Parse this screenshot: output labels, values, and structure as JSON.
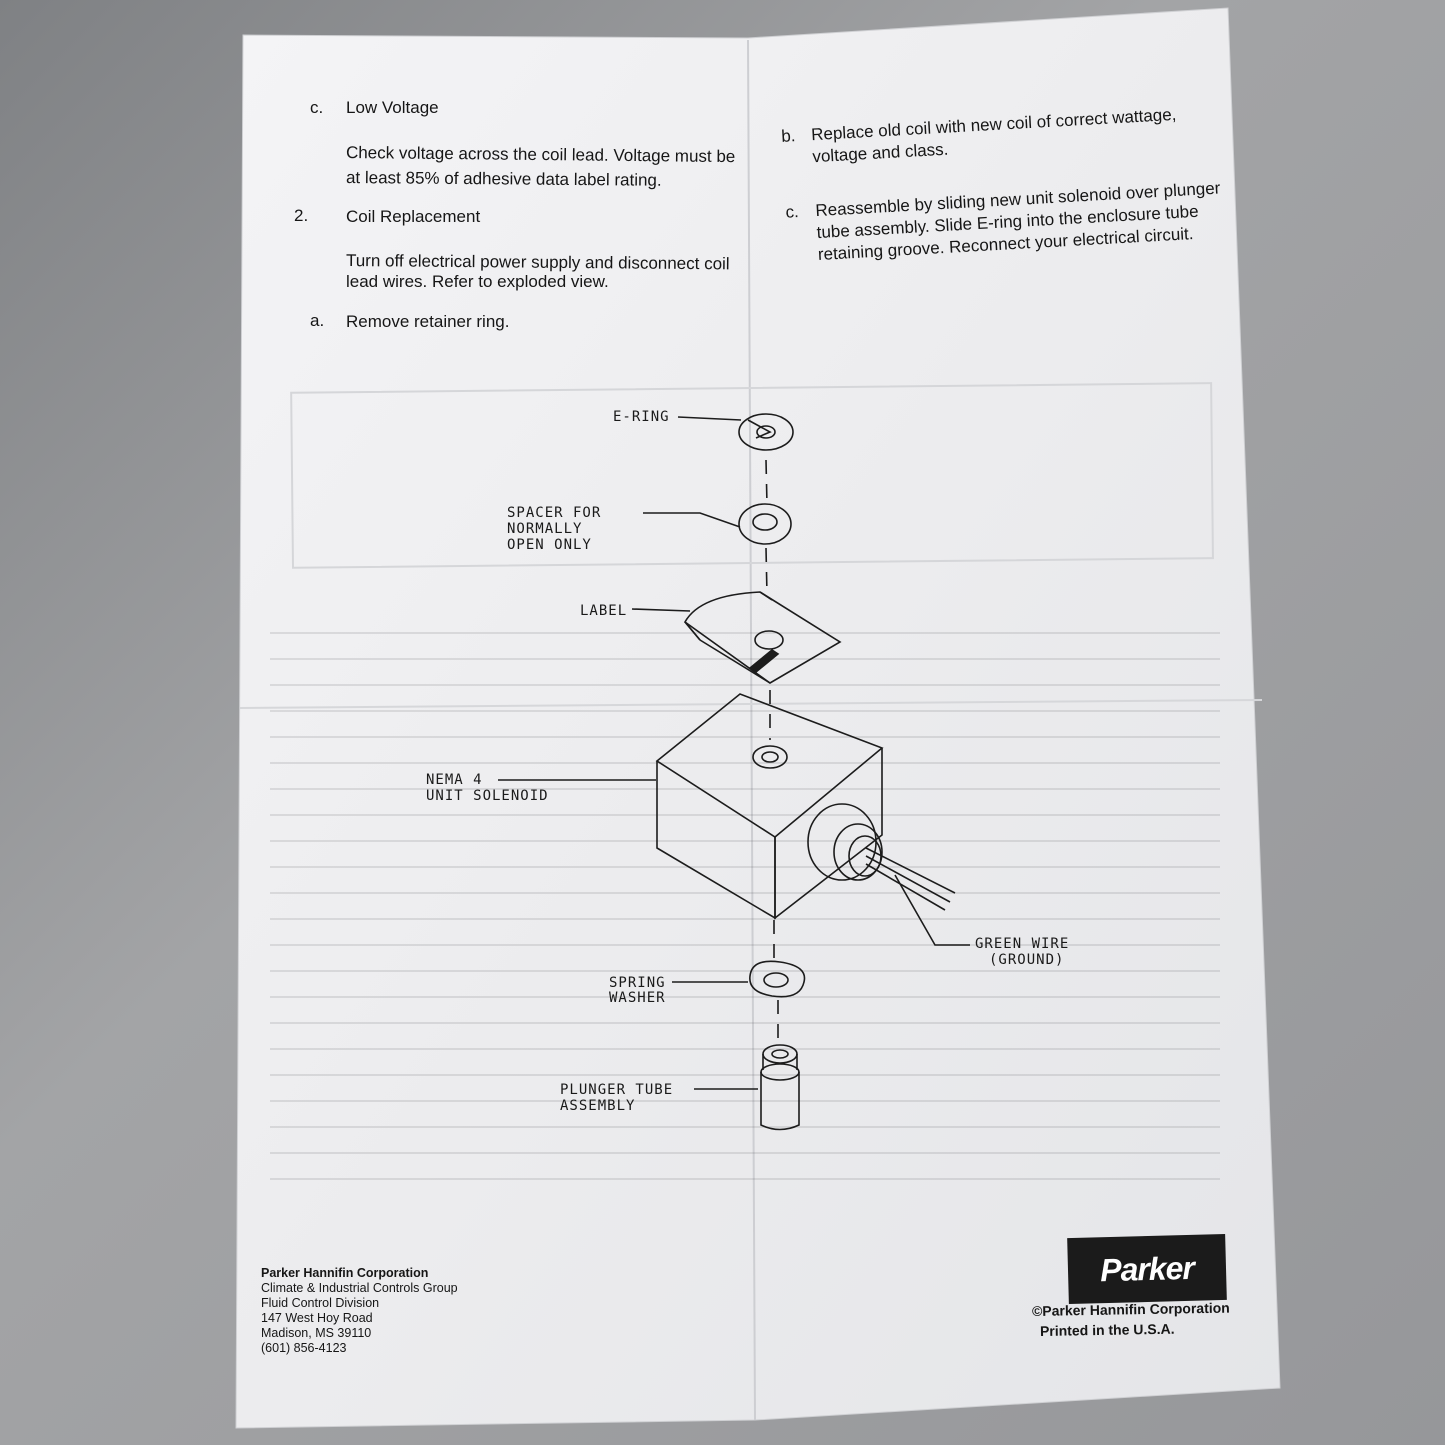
{
  "left_column": {
    "item_c_label": "c.",
    "item_c_title": "Low Voltage",
    "item_c_text_1": "Check voltage across the coil lead.  Voltage must be",
    "item_c_text_2": "at least 85% of adhesive data label rating.",
    "item_2_label": "2.",
    "item_2_title": "Coil Replacement",
    "item_2_text_1": "Turn off electrical power supply and disconnect coil",
    "item_2_text_2": "lead wires.  Refer to exploded view.",
    "item_a_label": "a.",
    "item_a_text": "Remove retainer ring."
  },
  "right_column": {
    "item_b_label": "b.",
    "item_b_text_1": "Replace old coil with new coil of correct wattage,",
    "item_b_text_2": "voltage and class.",
    "item_c_label": "c.",
    "item_c_text_1": "Reassemble by sliding new unit solenoid over plunger",
    "item_c_text_2": "tube assembly.  Slide E-ring into the enclosure tube",
    "item_c_text_3": "retaining groove.  Reconnect your electrical circuit."
  },
  "diagram": {
    "e_ring": "E-RING",
    "spacer_1": "SPACER FOR",
    "spacer_2": "NORMALLY",
    "spacer_3": "OPEN ONLY",
    "label": "LABEL",
    "nema_1": "NEMA 4",
    "nema_2": "UNIT SOLENOID",
    "green_1": "GREEN WIRE",
    "green_2": "(GROUND)",
    "spring_1": "SPRING",
    "spring_2": "WASHER",
    "plunger_1": "PLUNGER TUBE",
    "plunger_2": "ASSEMBLY"
  },
  "footer_left": {
    "company": "Parker Hannifin Corporation",
    "group": "Climate & Industrial Controls Group",
    "division": "Fluid Control Division",
    "street": "147 West Hoy Road",
    "city": "Madison, MS  39110",
    "phone": "(601) 856-4123"
  },
  "footer_right": {
    "logo": "Parker",
    "copyright": "©Parker Hannifin Corporation",
    "printed": "Printed in the U.S.A."
  },
  "colors": {
    "paper": "#f1f1f3",
    "ink": "#161616",
    "background": "#8f9092"
  }
}
